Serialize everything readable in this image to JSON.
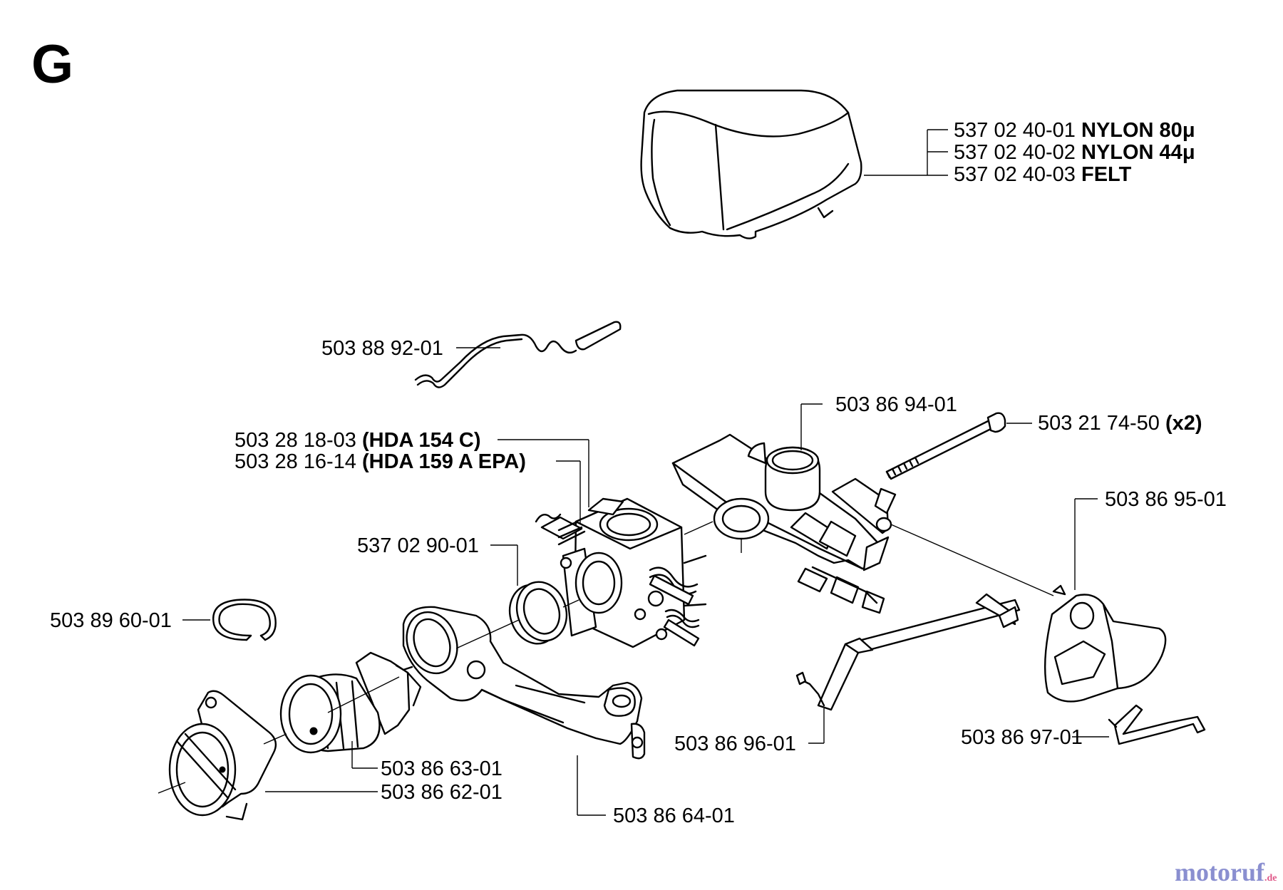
{
  "section_letter": "G",
  "watermark": {
    "main": "motoruf",
    "suffix": ".de",
    "color": "#8a8fd0",
    "dot_color": "#e05a8a"
  },
  "parts": {
    "air_filter_nylon80": {
      "number": "537 02 40-01",
      "note": "NYLON 80μ"
    },
    "air_filter_nylon44": {
      "number": "537 02 40-02",
      "note": "NYLON 44μ"
    },
    "air_filter_felt": {
      "number": "537 02 40-03",
      "note": "FELT"
    },
    "choke_rod": {
      "number": "503 88 92-01"
    },
    "carburetor_hda154": {
      "number": "503 28 18-03",
      "note": "(HDA 154 C)"
    },
    "carburetor_hda159": {
      "number": "503 28 16-14",
      "note": "(HDA 159 A  EPA)"
    },
    "carb_housing": {
      "number": "503 86 94-01"
    },
    "screw": {
      "number": "503 21 74-50",
      "note": "(x2)"
    },
    "gasket_ring": {
      "number": "537 02 90-01"
    },
    "bracket_right": {
      "number": "503 86 95-01"
    },
    "circlip": {
      "number": "503 89 60-01"
    },
    "throttle_rod": {
      "number": "503 86 96-01"
    },
    "spring_clip": {
      "number": "503 86 97-01"
    },
    "intake_manifold": {
      "number": "503 86 63-01"
    },
    "flange": {
      "number": "503 86 62-01"
    },
    "intake_plate": {
      "number": "503 86 64-01"
    }
  }
}
